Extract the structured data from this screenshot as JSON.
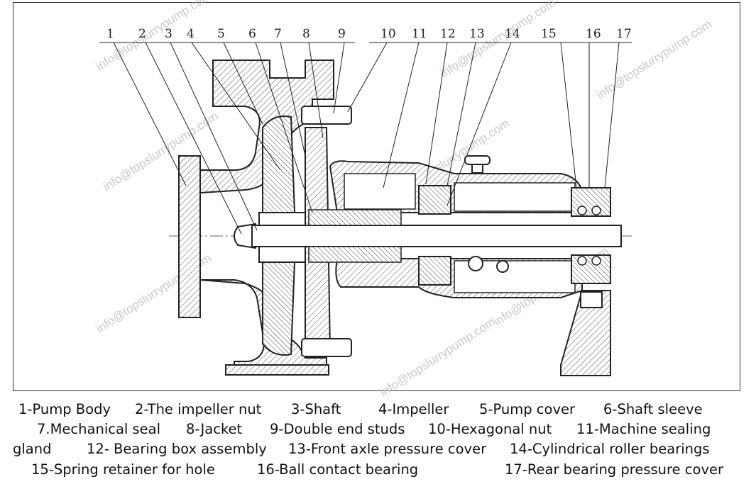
{
  "callout_numbers": [
    "1",
    "2",
    "3",
    "4",
    "5",
    "6",
    "7",
    "8",
    "9",
    "10",
    "11",
    "12",
    "13",
    "14",
    "15",
    "16",
    "17"
  ],
  "watermark": "info@topslurrypump.com",
  "legend": {
    "row1": [
      "1-Pump Body",
      "2-The impeller nut",
      "3-Shaft",
      "4-Impeller",
      "5-Pump cover",
      "6-Shaft sleeve"
    ],
    "row2": [
      "7.Mechanical seal",
      "8-Jacket",
      "9-Double end studs",
      "10-Hexagonal nut",
      "11-Machine sealing"
    ],
    "row3": [
      "gland",
      "12- Bearing box assembly",
      "13-Front axle pressure cover",
      "14-Cylindrical roller bearings"
    ],
    "row4": [
      "15-Spring retainer for hole",
      "16-Ball contact bearing",
      "17-Rear bearing pressure cover"
    ]
  }
}
